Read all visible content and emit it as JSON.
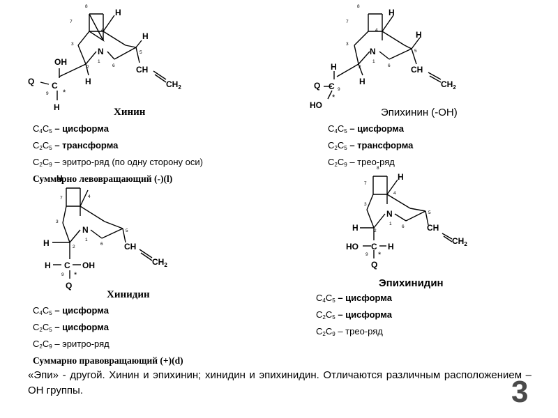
{
  "structure_labels": {
    "substituent": "Q",
    "hydroxyl": "OH",
    "hydroxyl_left": "HO",
    "hydrogen": "H",
    "carbon": "C",
    "nitrogen": "N",
    "vinyl_ch": "CH",
    "vinyl_ch2": "CH",
    "ch2_subscript": "2",
    "chiral_mark": "*",
    "n1": "1",
    "n2": "2",
    "n3": "3",
    "n4": "4",
    "n5": "5",
    "n6": "6",
    "n7": "7",
    "n8": "8",
    "n9": "9"
  },
  "compounds": {
    "quinine": {
      "title": "Хинин",
      "c4c5": "– цисформа",
      "c2c5": "– трансформа",
      "c2c9": "– эритро-ряд (по одну сторону оси)",
      "summary": "Суммарно левовращающий (-)(l)"
    },
    "epiquinine": {
      "title": "Эпихинин (-ОН)",
      "c4c5": "– цисформа",
      "c2c5": "– трансформа",
      "c2c9": "– трео-ряд"
    },
    "quinidine": {
      "title": "Хинидин",
      "c4c5": "– цисформа",
      "c2c5": "– цисформа",
      "c2c9": "– эритро-ряд",
      "summary": "Суммарно правовращающий (+)(d)"
    },
    "epiquinidine": {
      "title": "Эпихинидин",
      "c4c5": "– цисформа",
      "c2c5": "– цисформа",
      "c2c9": "– трео-ряд"
    }
  },
  "locants": {
    "c": "C",
    "s4": "4",
    "s5": "5",
    "s2": "2",
    "s9": "9"
  },
  "footer": {
    "text": "«Эпи» - другой. Хинин и эпихинин; хинидин и эпихинидин. Отличаются различным расположением –ОН группы."
  },
  "page_number": "3"
}
